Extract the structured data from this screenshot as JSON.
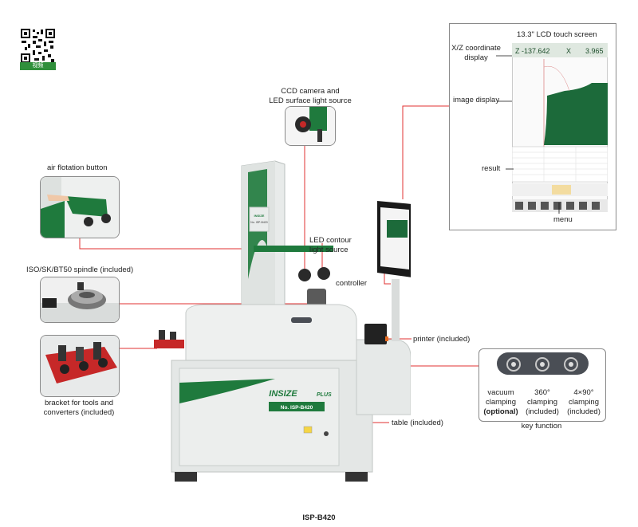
{
  "qr": {
    "caption": "视频",
    "icon": "qr-code-icon"
  },
  "labels": {
    "ccd_camera": "CCD camera and",
    "ccd_camera_2": "LED surface light source",
    "air_flotation": "air flotation button",
    "spindle": "ISO/SK/BT50  spindle (included)",
    "bracket_1": "bracket for tools and",
    "bracket_2": "converters (included)",
    "led_contour_1": "LED contour",
    "led_contour_2": "light source",
    "controller": "controller",
    "printer": "printer (included)",
    "table": "table (included)"
  },
  "lcd": {
    "title": "13.3\" LCD touch screen",
    "xz_label_1": "X/Z coordinate",
    "xz_label_2": "display",
    "image_label": "image display",
    "result_label": "result",
    "menu_label": "menu",
    "z_readout": "Z",
    "z_value": "-137.642",
    "x_readout": "X",
    "x_value": "3.965"
  },
  "key_function": {
    "caption": "key function",
    "keys": [
      {
        "line1": "vacuum",
        "line2": "clamping",
        "line3": "(optional)"
      },
      {
        "line1": "360°",
        "line2": "clamping",
        "line3": "(included)"
      },
      {
        "line1": "4×90°",
        "line2": "clamping",
        "line3": "(included)"
      }
    ]
  },
  "machine": {
    "brand": "INSIZE",
    "brand_suffix": "PLUS",
    "model_plate": "No. ISP-B420",
    "column_plate": "No. ISP-B420"
  },
  "model_caption": "ISP-B420",
  "colors": {
    "brand_green": "#1f7a3d",
    "callout_line": "#e03030",
    "screen_green": "#1c6a3a"
  }
}
